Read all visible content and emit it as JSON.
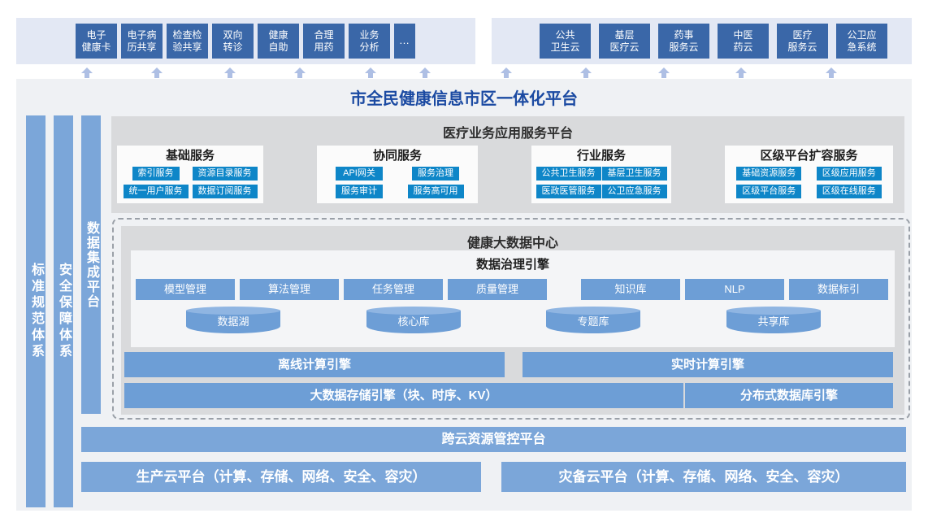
{
  "colors": {
    "app_chip_blue": "#3a67a8",
    "band_background": "#e3e8f4",
    "arrow_blue": "#aebfe4",
    "title_blue": "#1b4aa2",
    "pillar_blue": "#7ba6d9",
    "cyan_chip": "#0e86c8",
    "data_chip_blue": "#6d9ed6",
    "section_gray": "#d9dadc",
    "container_gray": "#eff1f4"
  },
  "top_apps": {
    "band1": [
      "电子\n健康卡",
      "电子病\n历共享",
      "检查检\n验共享",
      "双向\n转诊",
      "健康\n自助",
      "合理\n用药",
      "业务\n分析",
      "…"
    ],
    "band2": [
      "公共\n卫生云",
      "基层\n医疗云",
      "药事\n服务云",
      "中医\n药云",
      "医疗\n服务云",
      "公卫应\n急系统"
    ]
  },
  "platform": {
    "title": "市全民健康信息市区一体化平台",
    "pillars": [
      "标准规范体系",
      "安全保障体系",
      "数据集成平台"
    ],
    "medical": {
      "title": "医疗业务应用服务平台",
      "groups": [
        {
          "title": "基础服务",
          "items": [
            "索引服务",
            "资源目录服务",
            "统一用户服务",
            "数据订阅服务"
          ]
        },
        {
          "title": "协同服务",
          "items": [
            "API网关",
            "服务治理",
            "服务审计",
            "服务高可用"
          ]
        },
        {
          "title": "行业服务",
          "items": [
            "公共卫生服务",
            "基层卫生服务",
            "医政医管服务",
            "公卫应急服务"
          ]
        },
        {
          "title": "区级平台扩容服务",
          "items": [
            "基础资源服务",
            "区级应用服务",
            "区级平台服务",
            "区级在线服务"
          ]
        }
      ]
    },
    "bigdata": {
      "title": "健康大数据中心",
      "governance": {
        "title": "数据治理引擎",
        "modules": [
          "模型管理",
          "算法管理",
          "任务管理",
          "质量管理",
          "知识库",
          "NLP",
          "数据标引"
        ],
        "databases": [
          "数据湖",
          "核心库",
          "专题库",
          "共享库"
        ]
      },
      "engines": {
        "offline": "离线计算引擎",
        "realtime": "实时计算引擎",
        "storage": "大数据存储引擎（块、时序、KV）",
        "distributed": "分布式数据库引擎"
      }
    },
    "cross_cloud": "跨云资源管控平台",
    "clouds": [
      "生产云平台（计算、存储、网络、安全、容灾）",
      "灾备云平台（计算、存储、网络、安全、容灾）"
    ]
  }
}
